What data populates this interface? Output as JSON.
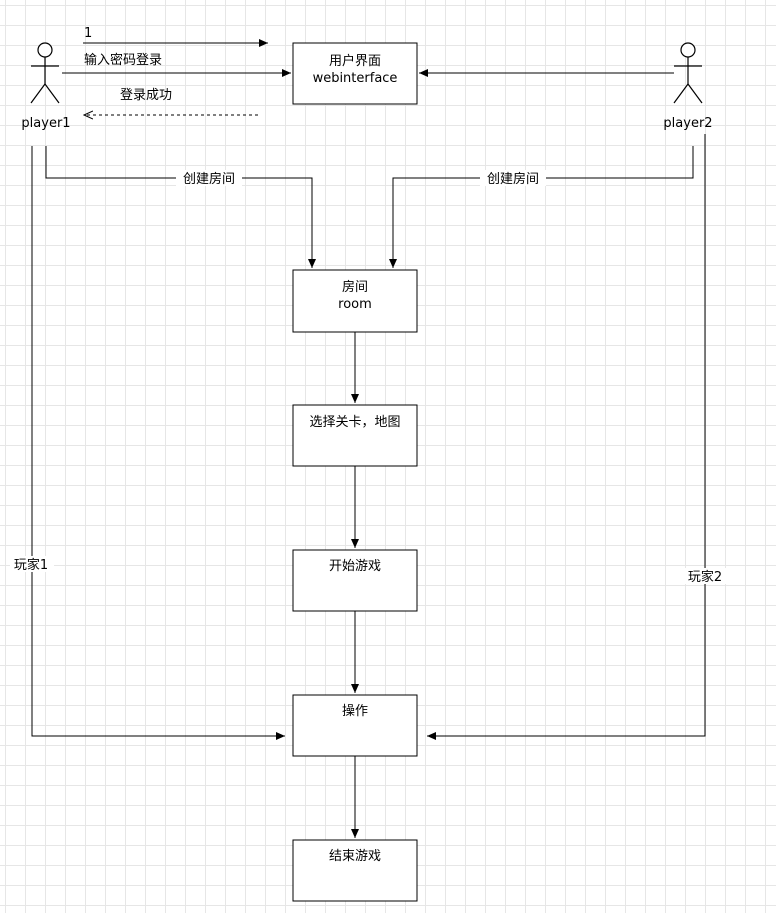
{
  "actors": {
    "player1": {
      "label": "player1"
    },
    "player2": {
      "label": "player2"
    }
  },
  "boxes": {
    "ui": {
      "line1": "用户界面",
      "line2": "webinterface"
    },
    "room": {
      "line1": "房间",
      "line2": "room"
    },
    "select": {
      "label": "选择关卡，地图"
    },
    "start": {
      "label": "开始游戏"
    },
    "operate": {
      "label": "操作"
    },
    "end": {
      "label": "结束游戏"
    }
  },
  "edges": {
    "arrow_1": "1",
    "login": "输入密码登录",
    "login_success": "登录成功",
    "create_room_p1": "创建房间",
    "create_room_p2": "创建房间",
    "player1_line": "玩家1",
    "player2_line": "玩家2"
  }
}
